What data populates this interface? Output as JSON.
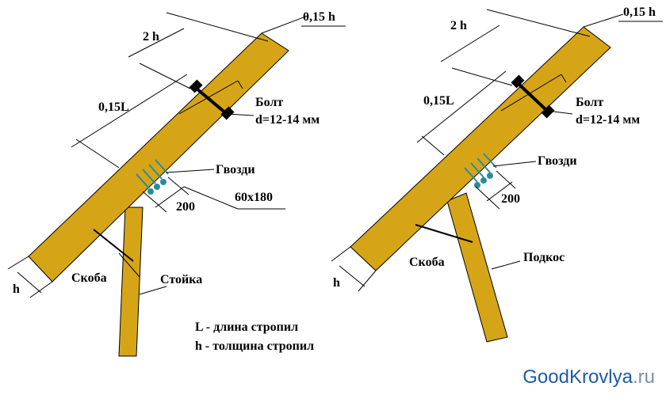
{
  "colors": {
    "timber": "#d6a517",
    "timber_outline": "#000000",
    "bolt": "#000000",
    "nail": "#2a8c9a",
    "watermark": "#1e5aa8"
  },
  "left_diagram": {
    "dim_top": "0,15 h",
    "dim_2h": "2 h",
    "dim_015L": "0,15L",
    "bolt_label": "Болт",
    "bolt_spec": "d=12-14 мм",
    "nails_label": "Гвозди",
    "dim_200": "200",
    "section": "60х180",
    "clamp_label": "Скоба",
    "post_label": "Стойка",
    "h_label": "h"
  },
  "right_diagram": {
    "dim_top": "0,15 h",
    "dim_2h": "2 h",
    "dim_015L": "0,15L",
    "bolt_label": "Болт",
    "bolt_spec": "d=12-14 мм",
    "nails_label": "Гвозди",
    "dim_200": "200",
    "clamp_label": "Скоба",
    "brace_label": "Подкос",
    "h_label": "h"
  },
  "legend": {
    "line1": "L - длина стропил",
    "line2": "h - толщина стропил"
  },
  "watermark": {
    "brand": "GoodKrovlya",
    "suffix": ".ru"
  }
}
